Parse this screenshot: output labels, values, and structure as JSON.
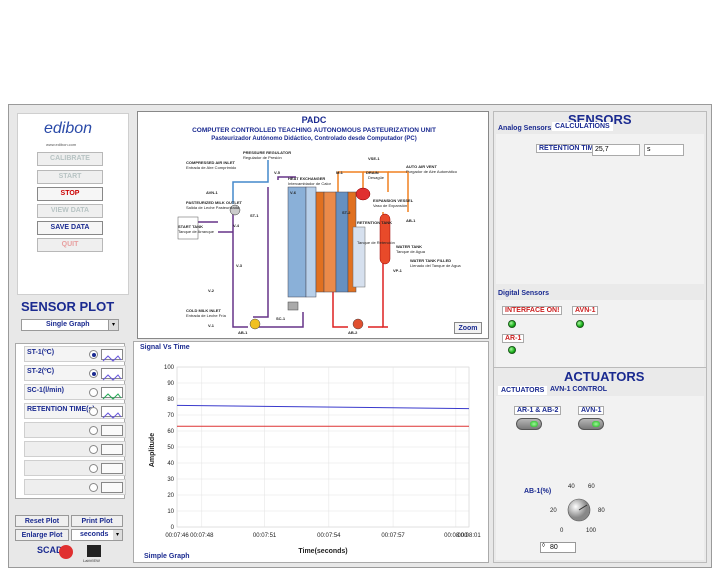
{
  "logo": {
    "brand": "edibon",
    "url": "www.edibon.com"
  },
  "controls": {
    "calibrate": "CALIBRATE",
    "start": "START",
    "stop": "STOP",
    "view_data": "VIEW DATA",
    "save_data": "SAVE DATA",
    "quit": "QUIT"
  },
  "sensor_plot": {
    "title": "SENSOR PLOT",
    "mode": "Single Graph",
    "items": [
      {
        "label": "ST-1(ºC)",
        "selected": true
      },
      {
        "label": "ST-2(ºC)",
        "selected": true
      },
      {
        "label": "SC-1(l/min)",
        "selected": false
      },
      {
        "label": "RETENTION TIME(s)",
        "selected": false
      }
    ],
    "reset_plot": "Reset Plot",
    "print_plot": "Print Plot",
    "enlarge_plot": "Enlarge Plot",
    "units": "seconds",
    "scada": "SCADA",
    "labview": "LabVIEW"
  },
  "diagram": {
    "title": "PADC",
    "subtitle1": "COMPUTER CONTROLLED TEACHING AUTONOMOUS PASTEURIZATION UNIT",
    "subtitle2": "Pasteurizador Autónomo Didáctico, Controlado desde Computador (PC)",
    "zoom": "Zoom",
    "labels": {
      "compressed": "COMPRESSED AIR INLET",
      "compressed_es": "Entrada de Aire Comprimido",
      "pressure": "PRESSURE REGULATOR",
      "pressure_es": "Regulador de Presión",
      "heat": "HEAT EXCHANGER",
      "heat_es": "Intercambiador de Calor",
      "vse": "VSE-1",
      "drain": "DRAIN",
      "drain_es": "Desagüe",
      "airvent": "AUTO AIR VENT",
      "airvent_es": "Purgador de Aire Automático",
      "avn": "AVN-1",
      "pasteurized": "PASTEURIZED MILK OUTLET",
      "pasteurized_es": "Salida de Leche Pasteurizada",
      "st1": "ST-1",
      "v5": "V-5",
      "v6": "V-6",
      "m1": "M-1",
      "expansion": "EXPANSION VESSEL",
      "expansion_es": "Vaso de Expansión",
      "st2": "ST-2",
      "retention": "RETENTION TANK",
      "retention_es": "Tanque de Retención",
      "ab1": "AB-1",
      "watertank": "WATER TANK",
      "watertank_es": "Tanque de Agua",
      "v4": "V-4",
      "start_tank": "START TANK",
      "start_tank_es": "Tanque de Arranque",
      "v3": "V-3",
      "vp1": "VP-1",
      "watertankfilled": "WATER TANK FILLED",
      "watertankfilled_es": "Llenado del Tanque de Agua",
      "v2": "V-2",
      "sc1": "SC-1",
      "cold": "COLD MILK INLET",
      "cold_es": "Entrada de Leche Fría",
      "v1": "V-1",
      "ab_bottom": "AB-1",
      "ab2": "AB-2"
    }
  },
  "graph": {
    "tab": "Signal Vs Time",
    "ylabel": "Amplitude",
    "xlabel": "Time(seconds)",
    "footer": "Simple Graph",
    "yticks": [
      "100",
      "90",
      "80",
      "70",
      "60",
      "50",
      "40",
      "30",
      "20",
      "10",
      "0"
    ],
    "xticks": [
      "00:07:46",
      "00:07:48",
      "00:07:51",
      "00:07:54",
      "00:07:57",
      "00:08:00",
      "00:08:01"
    ]
  },
  "chart_data": {
    "type": "line",
    "xlabel": "Time(seconds)",
    "ylabel": "Amplitude",
    "ylim": [
      0,
      100
    ],
    "x": [
      "00:07:46",
      "00:08:01"
    ],
    "series": [
      {
        "name": "ST-1(ºC)",
        "color": "#3a3acc",
        "values": [
          76,
          74
        ]
      },
      {
        "name": "ST-2(ºC)",
        "color": "#dd3333",
        "values": [
          63,
          63
        ]
      }
    ]
  },
  "sensors": {
    "title": "SENSORS",
    "tab_analog": "Analog Sensors",
    "tab_calc": "CALCULATIONS",
    "retention_label": "RETENTION TIME",
    "retention_value": "25,7",
    "retention_unit": "s",
    "digital_title": "Digital Sensors",
    "interface_label": "INTERFACE ON!",
    "avn_label": "AVN-1",
    "ar_label": "AR-1"
  },
  "actuators": {
    "title": "ACTUATORS",
    "tab_actuators": "ACTUATORS",
    "tab_avn": "AVN-1 CONTROL",
    "ar_ab_label": "AR-1 & AB-2",
    "avn_label": "AVN-1",
    "knob_label": "AB-1(%)",
    "knob_ticks": [
      "40",
      "60",
      "20",
      "80",
      "0",
      "100"
    ],
    "knob_value": "80"
  },
  "colors": {
    "accent": "#1a2a90",
    "stop": "#cc0000",
    "led": "#19b21a"
  }
}
